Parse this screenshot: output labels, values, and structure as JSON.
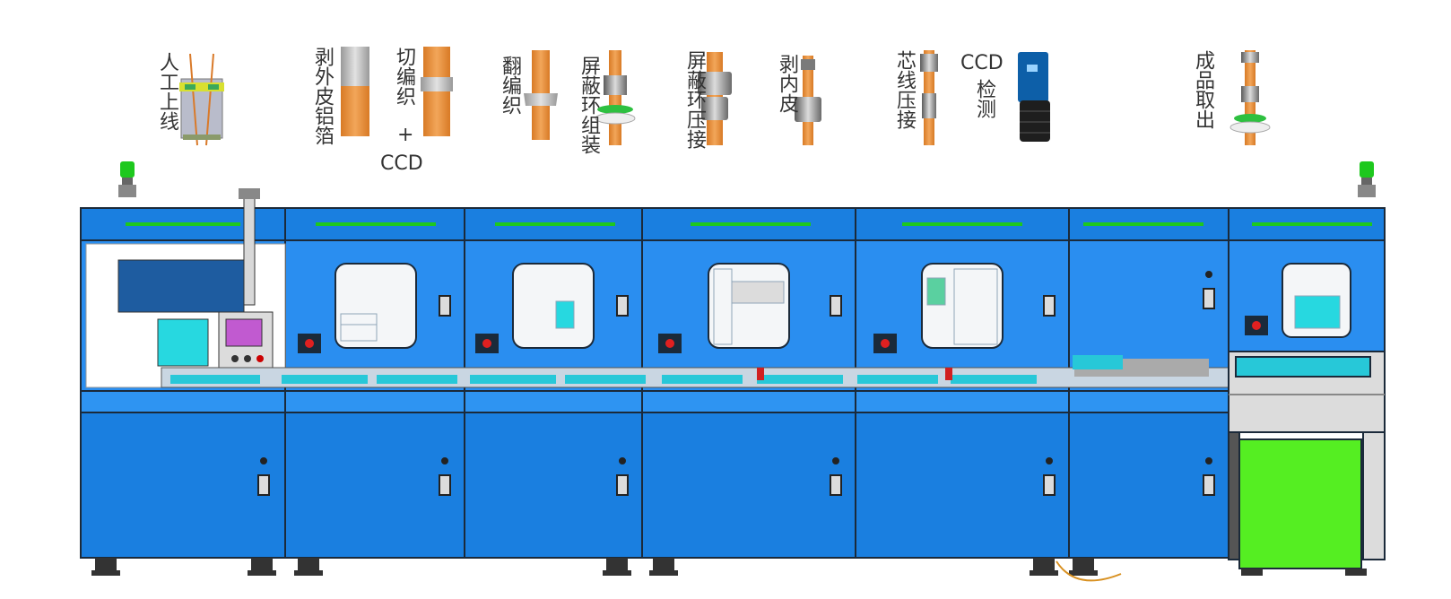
{
  "stations": [
    {
      "id": "manual-load",
      "text": "人工上线"
    },
    {
      "id": "strip-outer",
      "text": "剥外皮铝箔"
    },
    {
      "id": "cut-braid",
      "text": "切编织"
    },
    {
      "id": "cut-braid-plus",
      "text": "+"
    },
    {
      "id": "cut-braid-ccd",
      "text": "CCD"
    },
    {
      "id": "flip-braid",
      "text": "翻编织"
    },
    {
      "id": "shield-ring-assembly",
      "text": "屏蔽环组装"
    },
    {
      "id": "shield-ring-crimp",
      "text": "屏蔽环压接"
    },
    {
      "id": "strip-inner",
      "text": "剥内皮"
    },
    {
      "id": "core-crimp",
      "text": "芯线压接"
    },
    {
      "id": "ccd-inspect-a",
      "text": "CCD"
    },
    {
      "id": "ccd-inspect-b",
      "text": "检测"
    },
    {
      "id": "product-unload",
      "text": "成品取出"
    }
  ],
  "colors": {
    "machine_blue": "#1a7fe0",
    "panel_blue": "#2a8ef0",
    "dark_outline": "#1b2a3a",
    "signal_green": "#1ec81e",
    "bin_green": "#55ee22",
    "cable_orange": "#e8923a",
    "foil_gray": "#b8b8b8",
    "window_white": "#f4f6f8"
  }
}
